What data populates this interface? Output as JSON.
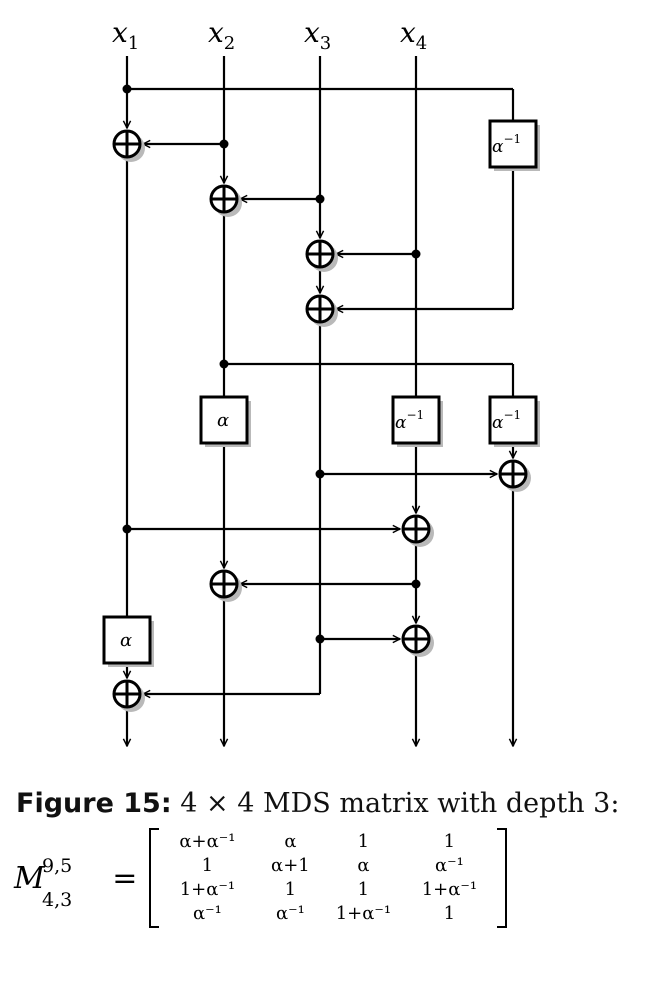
{
  "inputs": [
    "x",
    "x",
    "x",
    "x"
  ],
  "input_subscripts": [
    "1",
    "2",
    "3",
    "4"
  ],
  "box_labels": {
    "alpha": "α",
    "alpha_inv": "α",
    "alpha_inv_exp": "−1"
  },
  "caption": {
    "figure_label": "Figure 15:",
    "text": "4 × 4 MDS matrix with depth 3:"
  },
  "matrix": {
    "name": "M",
    "superscript": "9,5",
    "subscript": "4,3",
    "equals": "=",
    "rows": [
      [
        "α+α⁻¹",
        "α",
        "1",
        "1"
      ],
      [
        "1",
        "α+1",
        "α",
        "α⁻¹"
      ],
      [
        "1+α⁻¹",
        "1",
        "1",
        "1+α⁻¹"
      ],
      [
        "α⁻¹",
        "α⁻¹",
        "1+α⁻¹",
        "1"
      ]
    ]
  },
  "colors": {
    "line": "#000000",
    "shadow": "#b9b9b9",
    "background": "#ffffff"
  }
}
